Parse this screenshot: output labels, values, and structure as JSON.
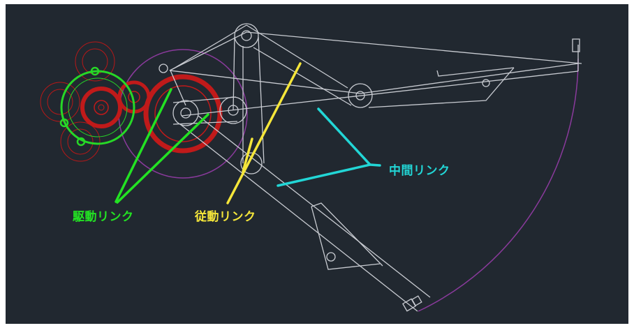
{
  "labels": {
    "drive_link": "駆動リンク",
    "driven_link": "従動リンク",
    "middle_link": "中間リンク"
  },
  "colors": {
    "background": "#212830",
    "linework": "#c9ccd2",
    "gear_red": "#c01a1a",
    "gear_green": "#27d827",
    "arc_purple": "#8a3a9c",
    "drive_annotation": "#23e223",
    "driven_annotation": "#f5e63a",
    "middle_annotation": "#22d6d6"
  }
}
